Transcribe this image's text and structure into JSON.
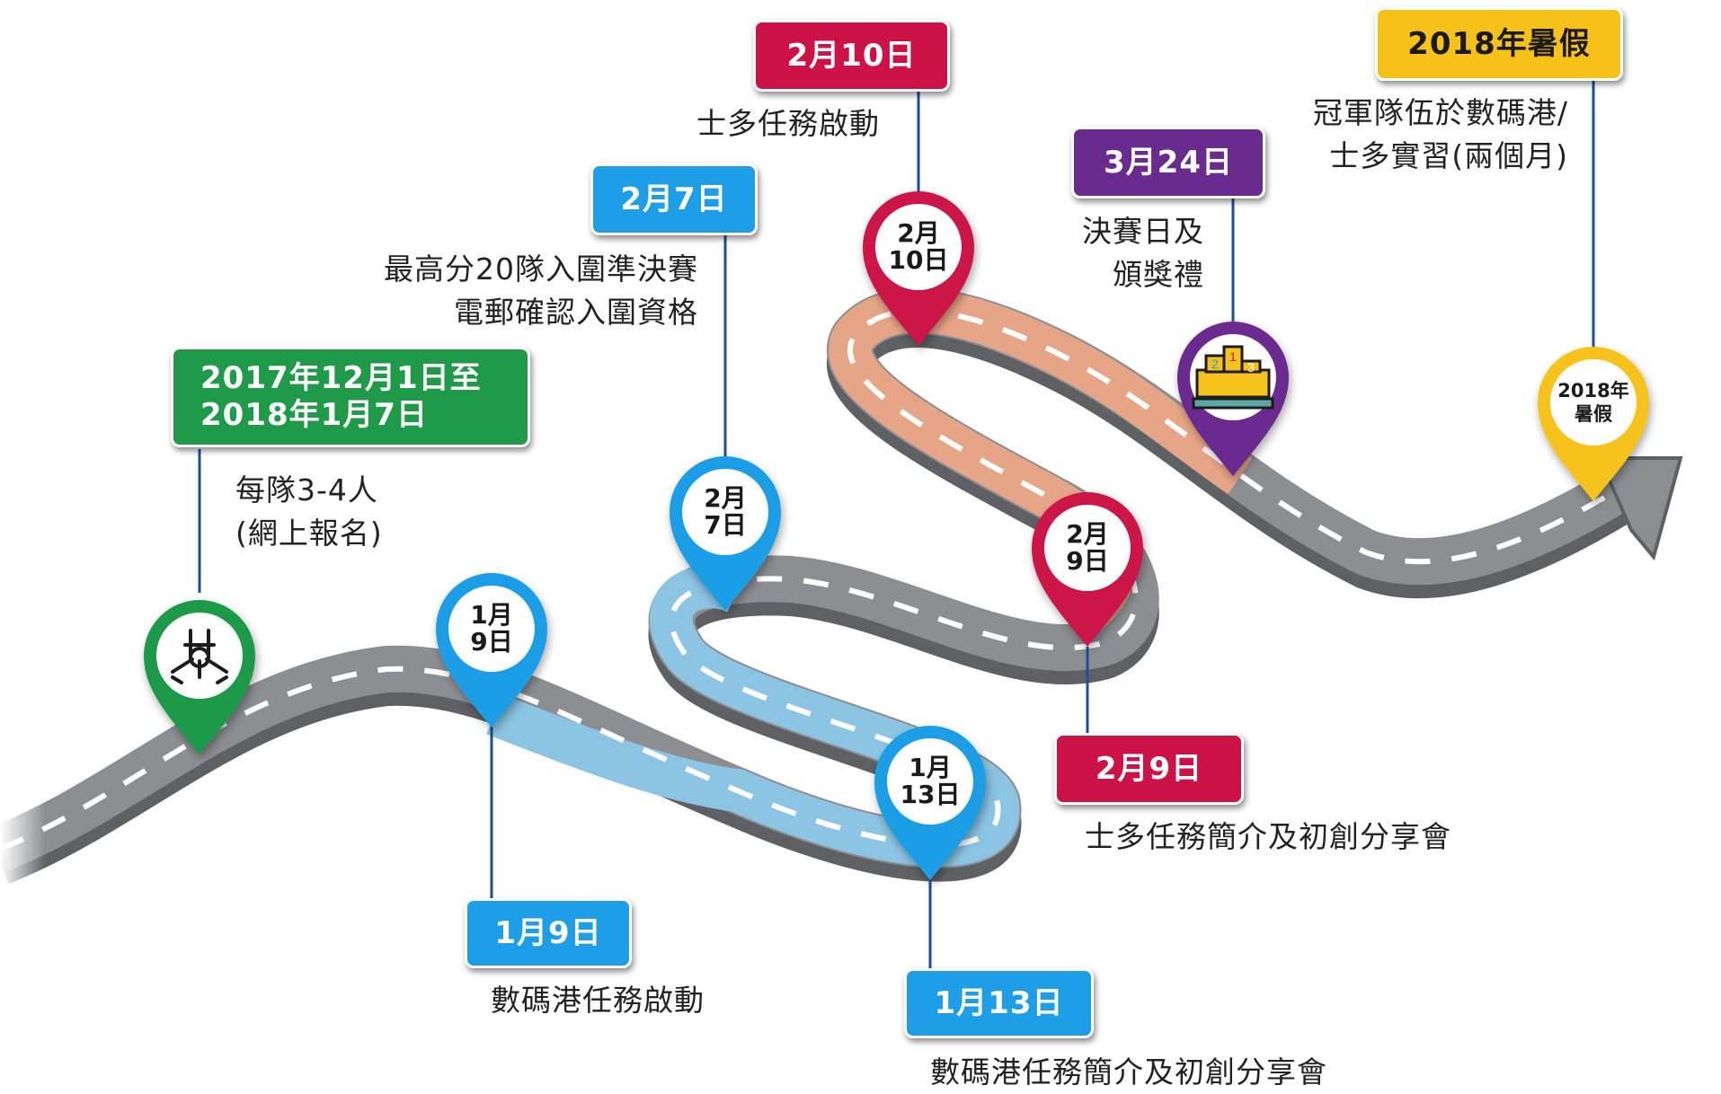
{
  "colors": {
    "green": "#1f9a48",
    "blue": "#1d9ee6",
    "crimson": "#cc1246",
    "purple": "#6a2b8f",
    "gold": "#f6c21a",
    "road": "#8c8e91",
    "road_blue": "#8cc4e4",
    "road_orange": "#e7a587"
  },
  "milestones": [
    {
      "id": "registration",
      "label": "2017年12月1日至\n2018年1月7日",
      "description": "每隊3-4人\n(網上報名)",
      "pin_icon": "team-hands-icon"
    },
    {
      "id": "jan9",
      "label": "1月9日",
      "description": "數碼港任務啟動",
      "pin_text": "1月\n9日"
    },
    {
      "id": "jan13",
      "label": "1月13日",
      "description": "數碼港任務簡介及初創分享會",
      "pin_text": "1月\n13日"
    },
    {
      "id": "feb7",
      "label": "2月7日",
      "description": "最高分20隊入圍準決賽\n電郵確認入圍資格",
      "pin_text": "2月\n7日"
    },
    {
      "id": "feb9",
      "label": "2月9日",
      "description": "士多任務簡介及初創分享會",
      "pin_text": "2月\n9日"
    },
    {
      "id": "feb10",
      "label": "2月10日",
      "description": "士多任務啟動",
      "pin_text": "2月\n10日"
    },
    {
      "id": "mar24",
      "label": "3月24日",
      "description": "決賽日及\n頒獎禮",
      "pin_icon": "podium-icon",
      "podium_numbers": [
        "2",
        "1",
        "3"
      ]
    },
    {
      "id": "summer",
      "label": "2018年暑假",
      "description": "冠軍隊伍於數碼港/\n士多實習(兩個月)",
      "pin_text": "2018年\n暑假"
    }
  ]
}
